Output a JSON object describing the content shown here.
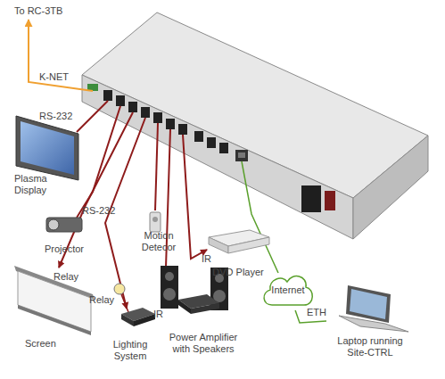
{
  "diagram": {
    "nodes": [
      {
        "text": [
          "Plasma Display"
        ]
      },
      {
        "text": [
          "Projector"
        ]
      },
      {
        "text": [
          "Screen"
        ]
      },
      {
        "text": [
          "Lighting System"
        ]
      },
      {
        "text": [
          "Motion Detecor"
        ]
      },
      {
        "text": [
          "Power Amplifier with Speakers"
        ]
      },
      {
        "text": [
          "DVD Player"
        ]
      },
      {
        "text": [
          "Internet"
        ]
      },
      {
        "text": [
          "Laptop running Site-CTRL"
        ]
      }
    ],
    "edges": [
      {
        "from": 7,
        "to": 8,
        "arrow": "none",
        "label": "ETH"
      }
    ],
    "labels": [
      "To RC-3TB",
      "K-NET",
      "RS-232",
      "RS-232",
      "Relay",
      "Relay",
      "IR",
      "IR"
    ]
  }
}
